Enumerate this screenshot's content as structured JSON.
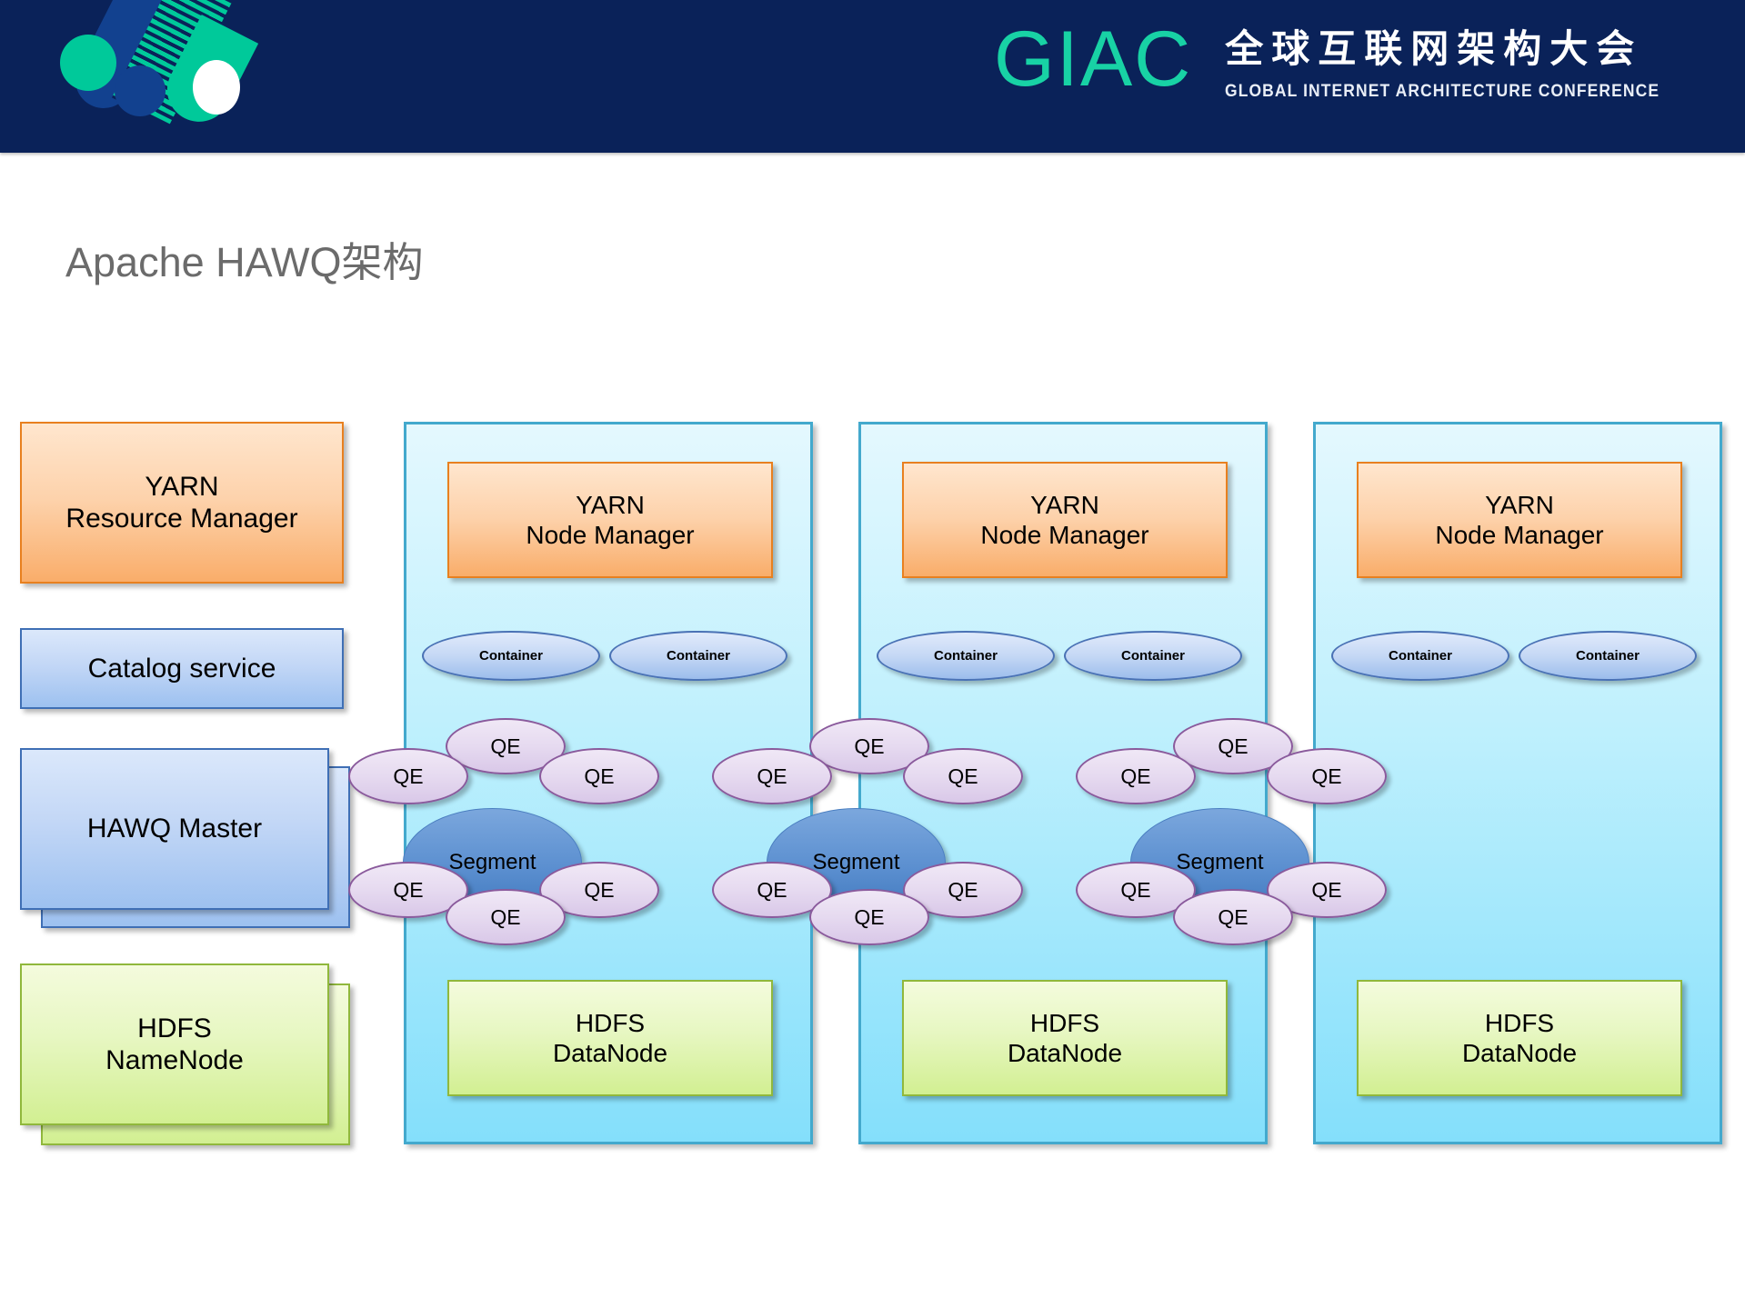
{
  "header": {
    "brand_word": "GIAC",
    "brand_cn": "全球互联网架构大会",
    "brand_en": "GLOBAL INTERNET ARCHITECTURE CONFERENCE",
    "bg_color": "#0a2259",
    "accent_color": "#18d2a5"
  },
  "slide": {
    "title": "Apache HAWQ架构"
  },
  "master_column": {
    "yarn_resource_manager": {
      "line1": "YARN",
      "line2": "Resource Manager",
      "color": "#f9ad6a"
    },
    "catalog_service": {
      "label": "Catalog service",
      "color": "#9dc1f0"
    },
    "hawq_master": {
      "label": "HAWQ Master",
      "color": "#9dc1f0"
    },
    "hdfs_namenode": {
      "line1": "HDFS",
      "line2": "NameNode",
      "color": "#d2ef92"
    }
  },
  "nodes": [
    {
      "id": "node-1",
      "yarn_node_manager": {
        "line1": "YARN",
        "line2": "Node Manager"
      },
      "containers": [
        "Container",
        "Container"
      ],
      "segment": "Segment",
      "qes": [
        "QE",
        "QE",
        "QE",
        "QE",
        "QE",
        "QE"
      ],
      "hdfs_datanode": {
        "line1": "HDFS",
        "line2": "DataNode"
      }
    },
    {
      "id": "node-2",
      "yarn_node_manager": {
        "line1": "YARN",
        "line2": "Node Manager"
      },
      "containers": [
        "Container",
        "Container"
      ],
      "segment": "Segment",
      "qes": [
        "QE",
        "QE",
        "QE",
        "QE",
        "QE",
        "QE"
      ],
      "hdfs_datanode": {
        "line1": "HDFS",
        "line2": "DataNode"
      }
    },
    {
      "id": "node-3",
      "yarn_node_manager": {
        "line1": "YARN",
        "line2": "Node Manager"
      },
      "containers": [
        "Container",
        "Container"
      ],
      "segment": "Segment",
      "qes": [
        "QE",
        "QE",
        "QE",
        "QE",
        "QE",
        "QE"
      ],
      "hdfs_datanode": {
        "line1": "HDFS",
        "line2": "DataNode"
      }
    }
  ]
}
